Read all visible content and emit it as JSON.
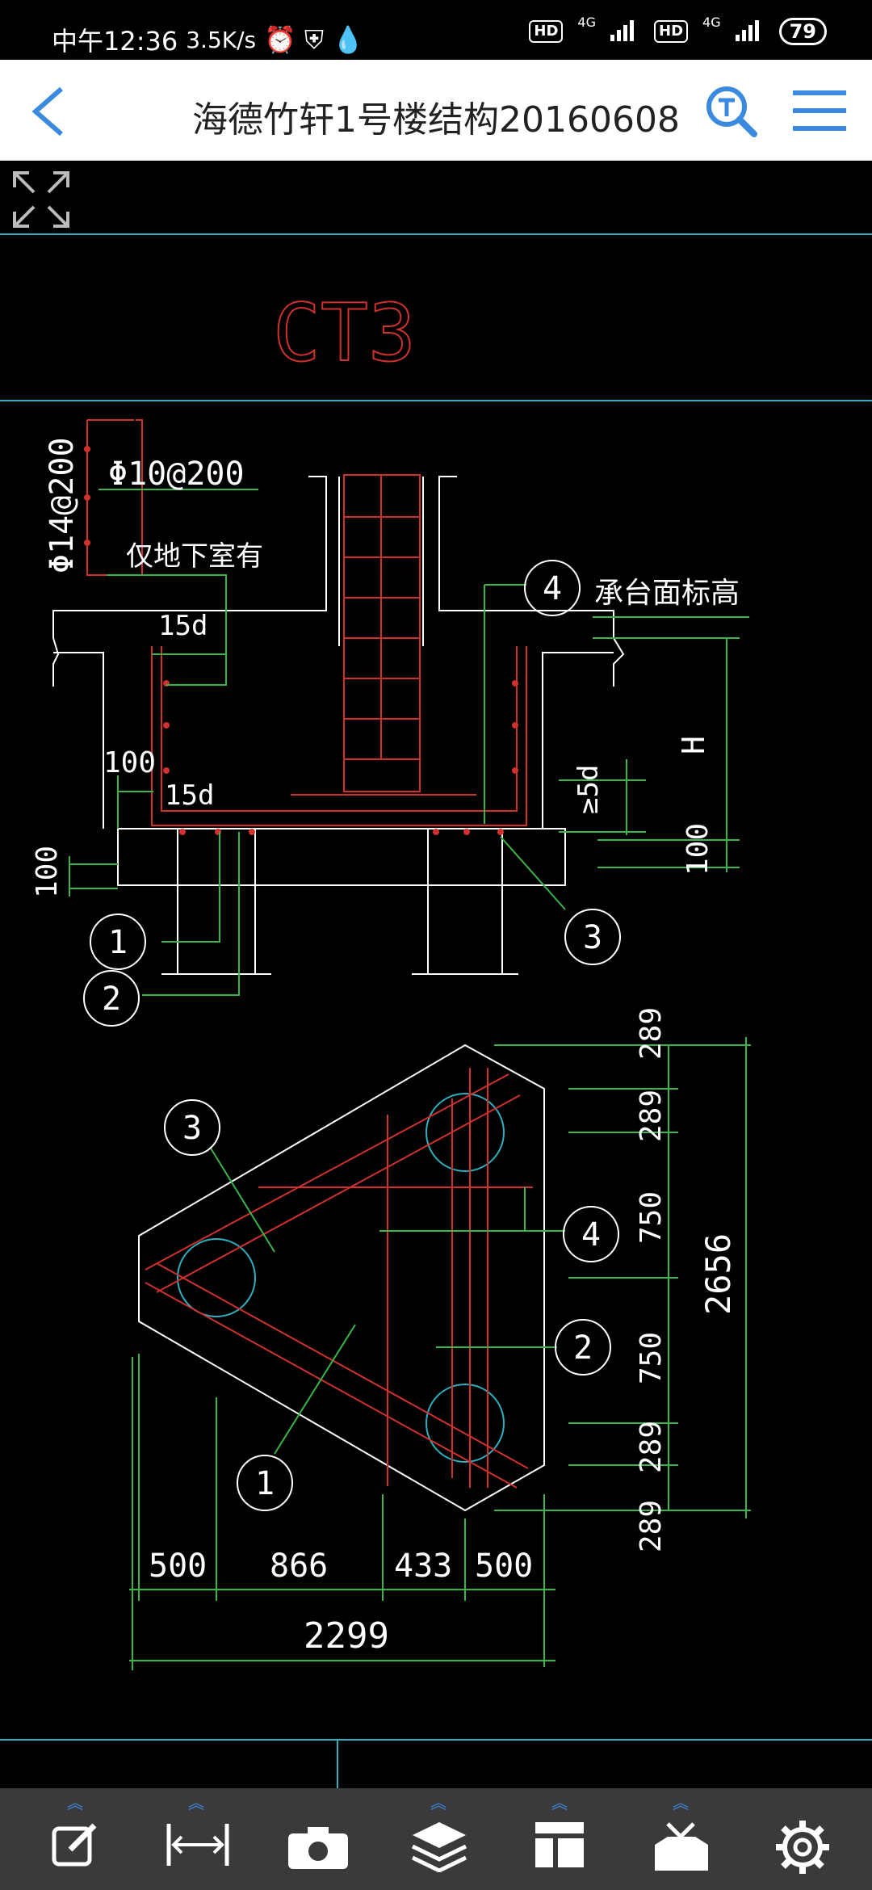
{
  "status": {
    "time": "中午12:36",
    "speed": "3.5K/s",
    "hd1": "HD",
    "hd2": "HD",
    "net1": "4G",
    "net2": "4G",
    "battery": "79"
  },
  "header": {
    "title": "海德竹轩1号楼结构20160608"
  },
  "drawing": {
    "label": "CT3",
    "texts": {
      "rebar_top": "Φ10@200",
      "rebar_side": "Φ14@200",
      "note": "仅地下室有",
      "len1": "15d",
      "len2": "15d",
      "dim100_a": "100",
      "dim100_b": "100",
      "dim100_c": "100",
      "dim_H": "H",
      "dim_5d": "≥5d",
      "elev": "承台面标高",
      "c1": "1",
      "c2": "2",
      "c3": "3",
      "c4": "4",
      "pc1": "1",
      "pc2": "2",
      "pc3": "3",
      "pc4": "4",
      "d289a": "289",
      "d289b": "289",
      "d750a": "750",
      "d750b": "750",
      "d289c": "289",
      "d289d": "289",
      "d2656": "2656",
      "d500a": "500",
      "d866": "866",
      "d433": "433",
      "d500b": "500",
      "d2299": "2299"
    }
  },
  "toolbar": {
    "items": [
      "edit-icon",
      "measure-icon",
      "camera-icon",
      "layers-icon",
      "layout-icon",
      "toolbox-icon",
      "settings-icon"
    ]
  },
  "colors": {
    "accent": "#3a8be0",
    "cad_bg": "#000000",
    "cad_red": "#d0312d",
    "cad_green": "#39b54a",
    "cad_white": "#ffffff",
    "cad_cyan": "#2db0c0"
  }
}
